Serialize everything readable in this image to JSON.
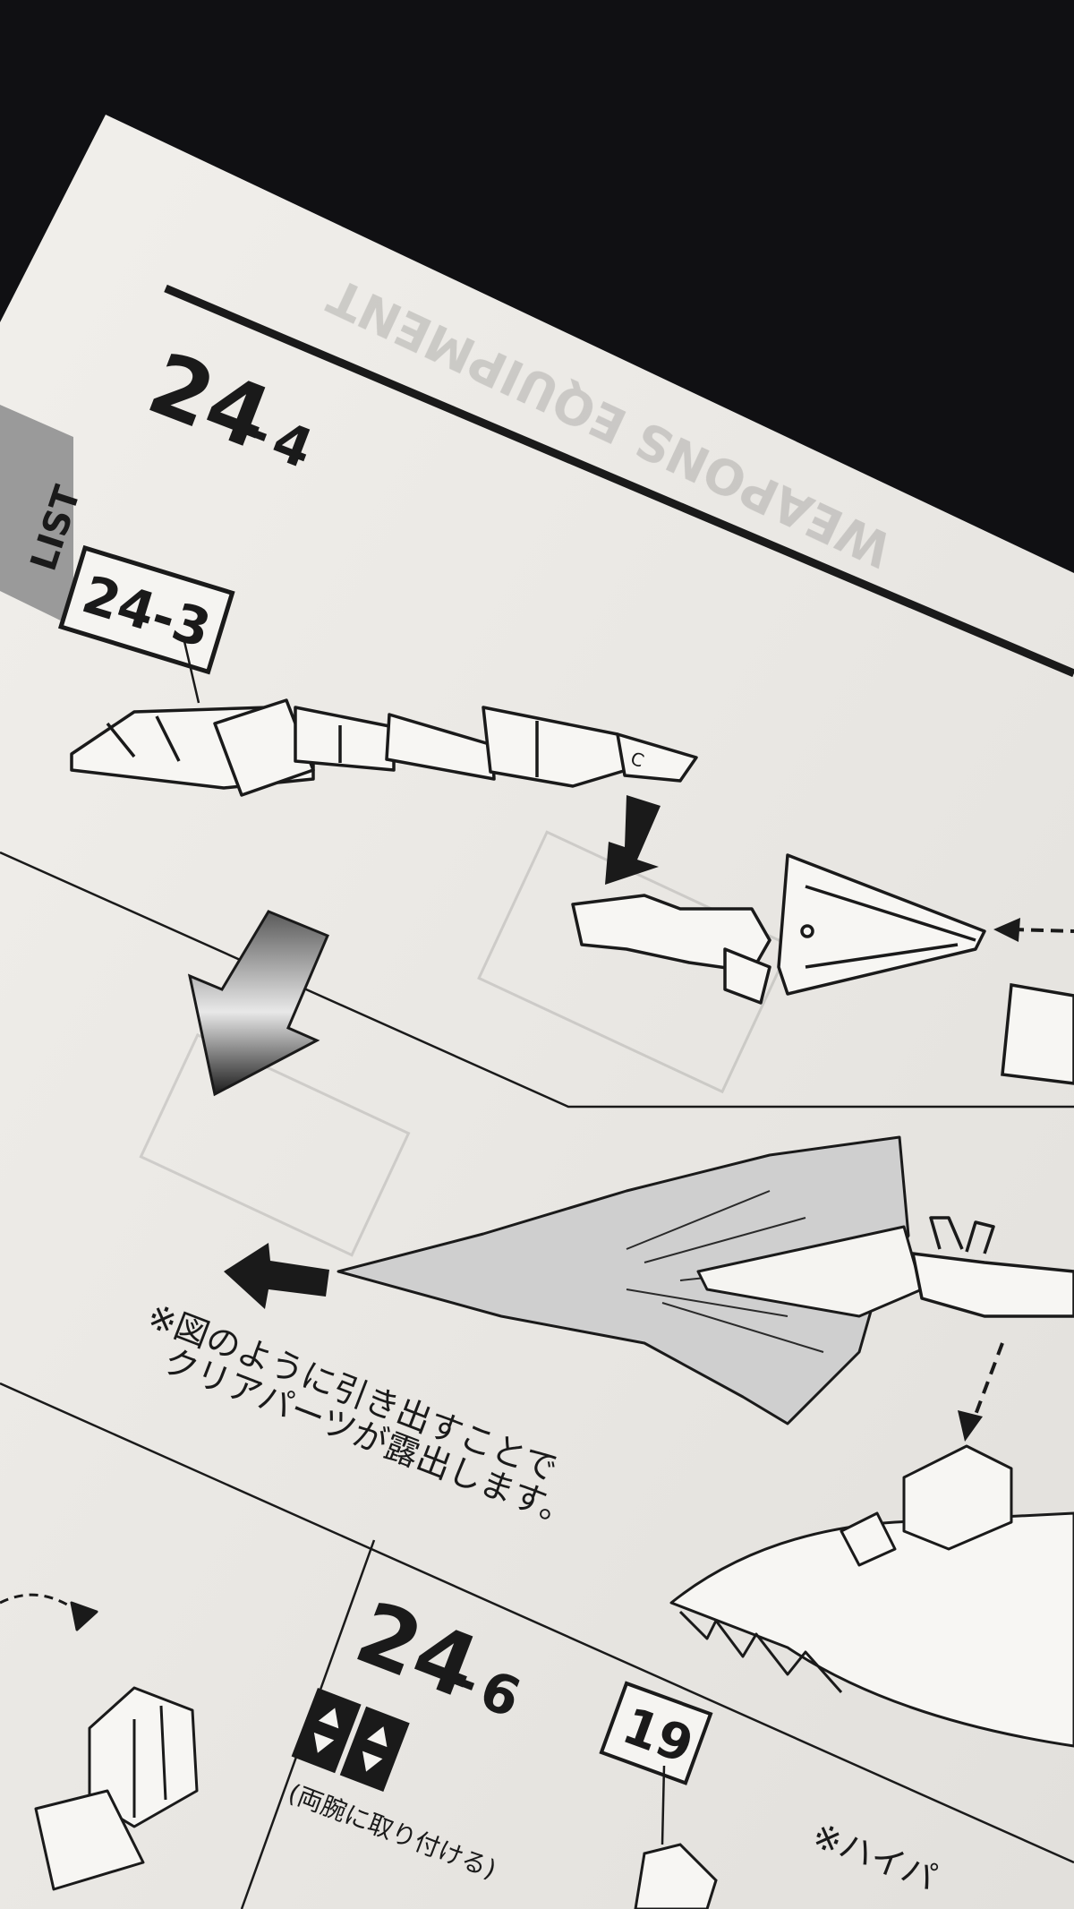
{
  "manual": {
    "step_main": {
      "prefix": "24",
      "suffix": "4"
    },
    "step_ref": "24-3",
    "step_next": {
      "prefix": "24",
      "suffix": "6"
    },
    "part_ref": "19",
    "note_line1": "※図のように引き出すことで",
    "note_line2": "クリアパーツが露出します。",
    "attach_note": "(両腕に取り付ける)",
    "side_tab": "LIST",
    "note_corner": "※ハイパ",
    "ghost_text": "WEAPONS EQUIPMENT"
  },
  "colors": {
    "background": "#101013",
    "paper": "#eceae6",
    "ink": "#1a1a1a",
    "tab": "#9a9a9a"
  }
}
